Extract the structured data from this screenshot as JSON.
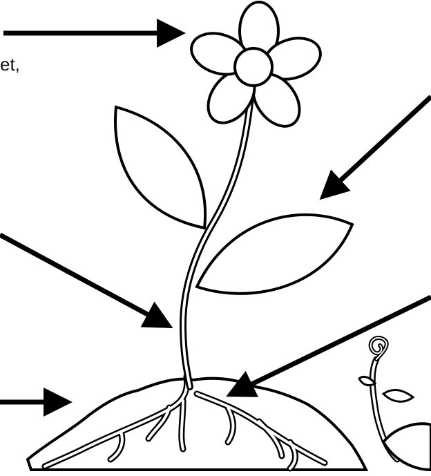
{
  "label_fragment": "et,",
  "colors": {
    "stroke": "#000000",
    "fill": "#ffffff"
  },
  "parts": [
    "flower",
    "petal",
    "leaf",
    "stem",
    "roots",
    "soil",
    "seedling",
    "arrow"
  ]
}
